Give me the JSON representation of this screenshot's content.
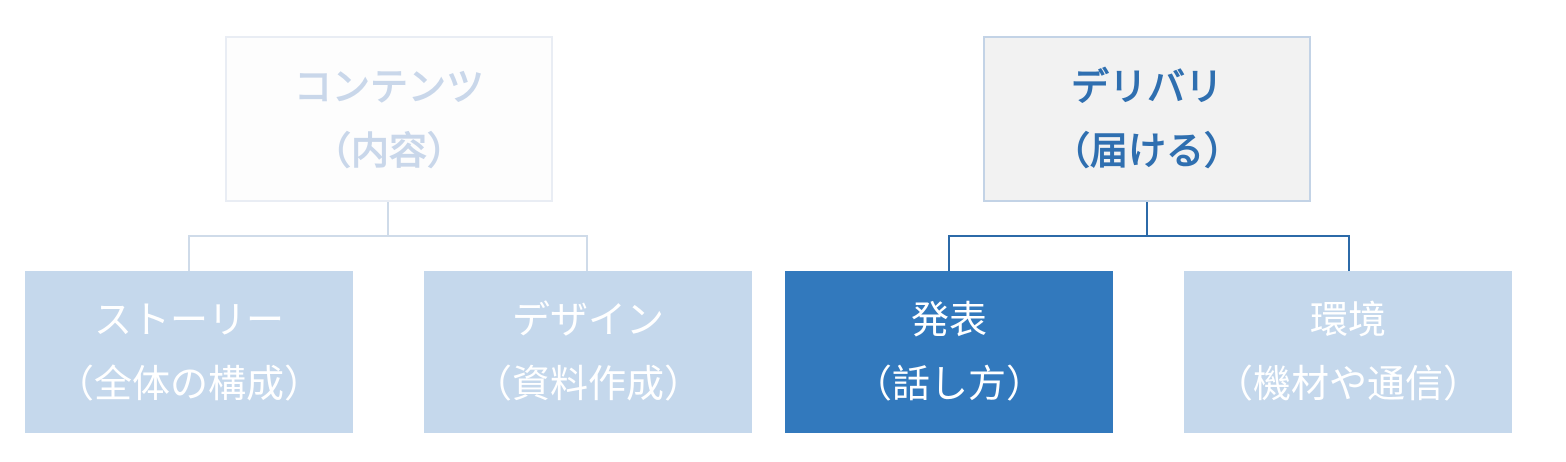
{
  "content": {
    "title": "コンテンツ",
    "subtitle": "（内容）",
    "children": [
      {
        "title": "ストーリー",
        "subtitle": "（全体の構成）"
      },
      {
        "title": "デザイン",
        "subtitle": "（資料作成）"
      }
    ]
  },
  "delivery": {
    "title": "デリバリ",
    "subtitle": "（届ける）",
    "children": [
      {
        "title": "発表",
        "subtitle": "（話し方）"
      },
      {
        "title": "環境",
        "subtitle": "（機材や通信）"
      }
    ]
  },
  "colors": {
    "highlight": "#3279bd",
    "muted_child": "#c5d8ec",
    "highlight_text": "#2f6fb0",
    "muted_text": "#c9d7ea"
  }
}
